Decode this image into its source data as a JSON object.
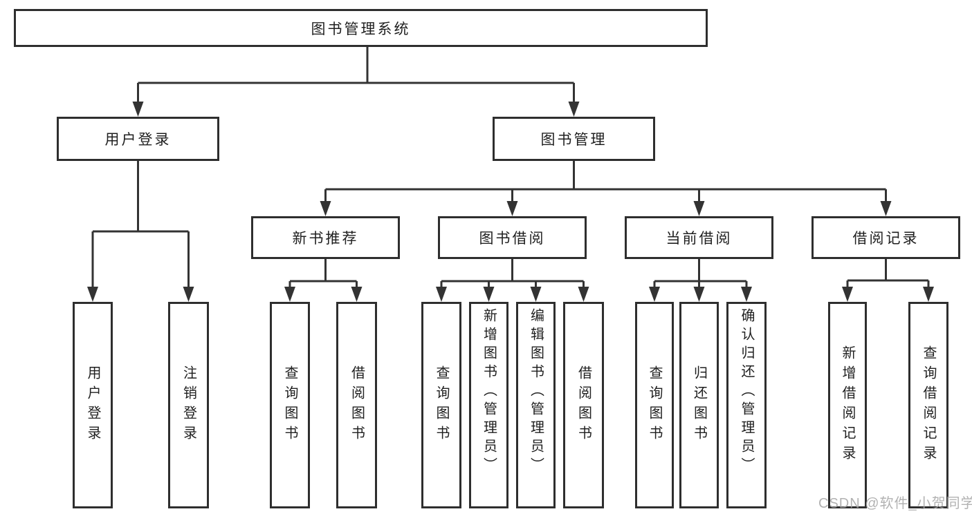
{
  "diagram": {
    "root": {
      "label": "图书管理系统"
    },
    "level2": {
      "user_login": {
        "label": "用户登录"
      },
      "book_management": {
        "label": "图书管理"
      }
    },
    "level3": {
      "new_book_recommend": {
        "label": "新书推荐"
      },
      "book_borrow": {
        "label": "图书借阅"
      },
      "current_borrow": {
        "label": "当前借阅"
      },
      "borrow_records": {
        "label": "借阅记录"
      }
    },
    "leaves": {
      "user_login": {
        "label": "用户登录"
      },
      "logout": {
        "label": "注销登录"
      },
      "rec_query_book": {
        "label": "查询图书"
      },
      "rec_borrow_book": {
        "label": "借阅图书"
      },
      "bor_query_book": {
        "label": "查询图书"
      },
      "bor_add_book_admin": {
        "label": "新增图书（管理员）"
      },
      "bor_edit_book_admin": {
        "label": "编辑图书（管理员）"
      },
      "bor_borrow_book": {
        "label": "借阅图书"
      },
      "cur_query_book": {
        "label": "查询图书"
      },
      "cur_return_book": {
        "label": "归还图书"
      },
      "cur_confirm_return_admin": {
        "label": "确认归还（管理员）"
      },
      "rcd_add_record": {
        "label": "新增借阅记录"
      },
      "rcd_query_record": {
        "label": "查询借阅记录"
      }
    },
    "watermark": "CSDN @软件_小贺同学",
    "colors": {
      "line": "#333333",
      "box_border": "#2e2e2e",
      "text": "#1f1f1f",
      "watermark": "#a4a4a4"
    }
  }
}
